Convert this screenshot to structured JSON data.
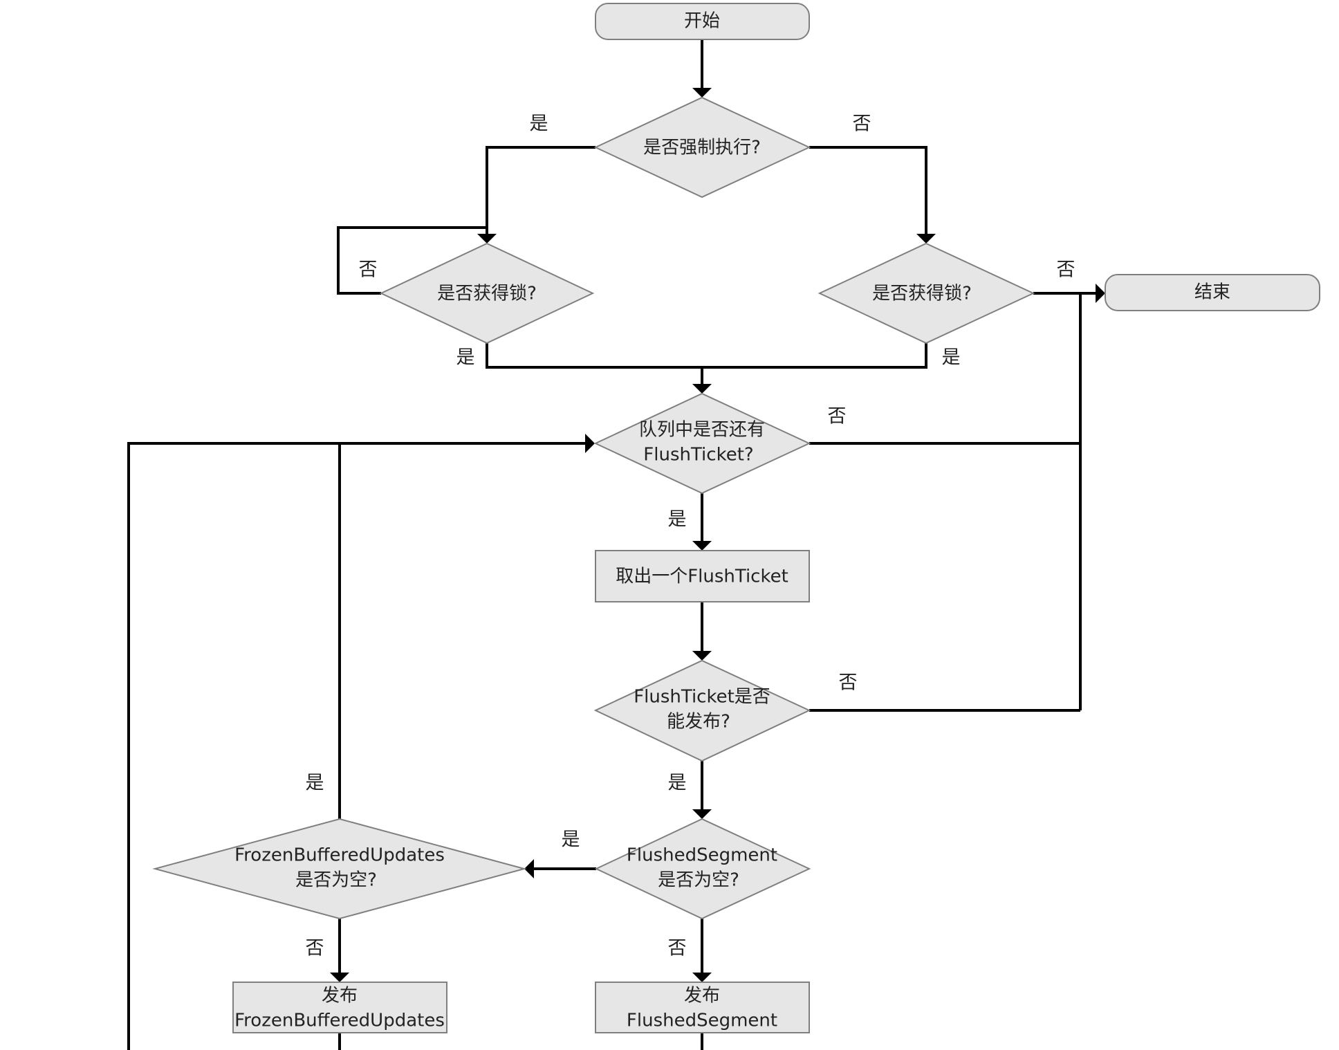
{
  "colors": {
    "node_fill": "#e6e6e6",
    "node_stroke": "#7f7f7f",
    "edge": "#000000",
    "text": "#222222"
  },
  "nodes": {
    "start": {
      "label": "开始"
    },
    "force": {
      "label": "是否强制执行?"
    },
    "lock_left": {
      "label": "是否获得锁?"
    },
    "lock_right": {
      "label": "是否获得锁?"
    },
    "end": {
      "label": "结束"
    },
    "queue_line1": {
      "label": "队列中是否还有"
    },
    "queue_line2": {
      "label": "FlushTicket?"
    },
    "take": {
      "label": "取出一个FlushTicket"
    },
    "publishable_line1": {
      "label": "FlushTicket是否"
    },
    "publishable_line2": {
      "label": "能发布?"
    },
    "segment_empty_line1": {
      "label": "FlushedSegment"
    },
    "segment_empty_line2": {
      "label": "是否为空?"
    },
    "frozen_empty_line1": {
      "label": "FrozenBufferedUpdates"
    },
    "frozen_empty_line2": {
      "label": "是否为空?"
    },
    "publish_frozen_line1": {
      "label": "发布"
    },
    "publish_frozen_line2": {
      "label": "FrozenBufferedUpdates"
    },
    "publish_segment_line1": {
      "label": "发布"
    },
    "publish_segment_line2": {
      "label": "FlushedSegment"
    }
  },
  "edge_labels": {
    "force_yes": "是",
    "force_no": "否",
    "lock_left_no": "否",
    "lock_left_yes": "是",
    "lock_right_no": "否",
    "lock_right_yes": "是",
    "queue_no": "否",
    "queue_yes": "是",
    "publishable_no": "否",
    "publishable_yes": "是",
    "segment_yes": "是",
    "segment_no": "否",
    "frozen_yes": "是",
    "frozen_no": "否"
  }
}
